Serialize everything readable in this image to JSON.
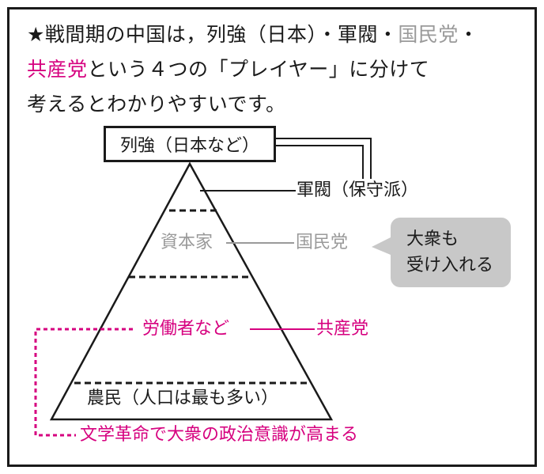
{
  "intro": {
    "line1_prefix": "★戦間期の中国は，列強（日本）・軍閥・",
    "line1_kmt": "国民党",
    "line1_sep": "・",
    "line2_ccp": "共産党",
    "line2_rest": "という４つの「プレイヤー」に分けて",
    "line3": "考えるとわかりやすいです。"
  },
  "pyramid": {
    "top_box": "列強（日本など）",
    "warlords": "軍閥（保守派）",
    "capitalists": "資本家",
    "kmt": "国民党",
    "bubble": [
      "大衆も",
      "受け入れる"
    ],
    "workers": "労働者など",
    "ccp": "共産党",
    "peasants": "農民（人口は最も多い）",
    "revolution": "文学革命で大衆の政治意識が高まる"
  },
  "colors": {
    "ink": "#1a1a1a",
    "gray": "#9a9a9a",
    "pink": "#d6007f",
    "bubble": "#c8c8c8"
  }
}
